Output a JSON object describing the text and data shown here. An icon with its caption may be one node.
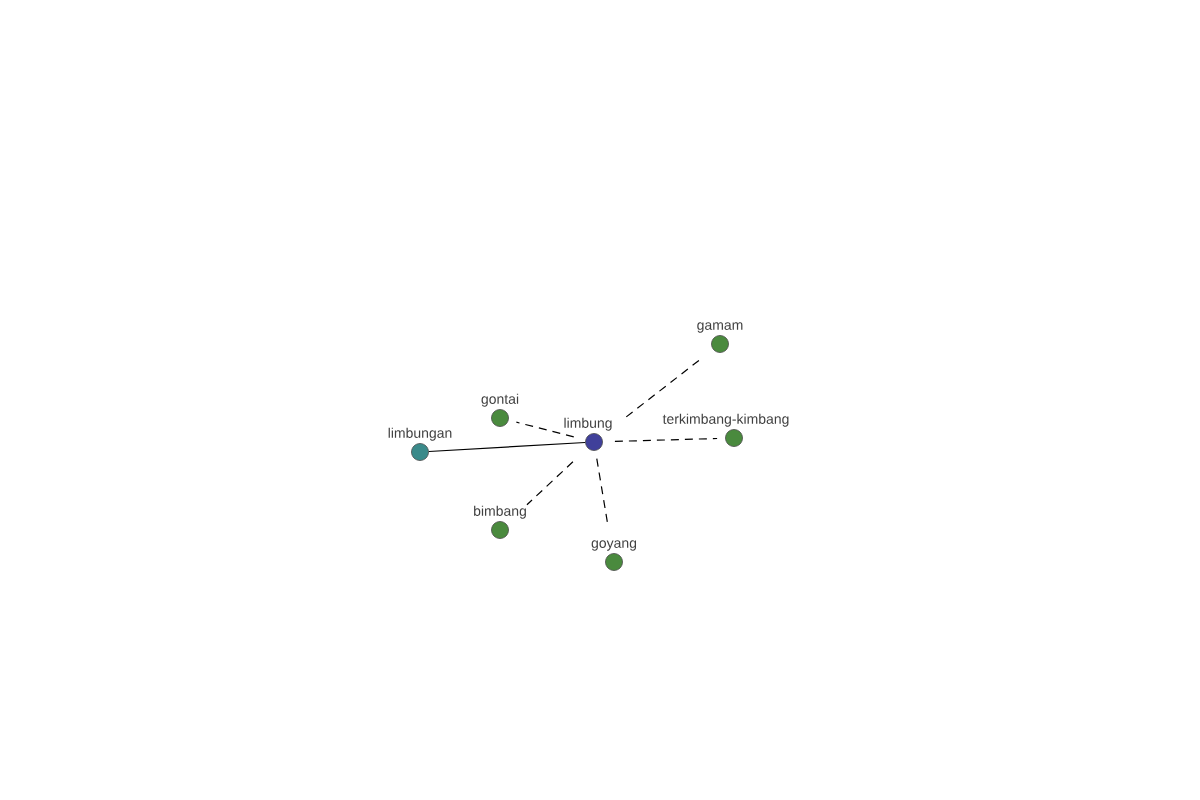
{
  "diagram": {
    "nodes": [
      {
        "text": [
          "gamam"
        ]
      },
      {
        "text": [
          "gontai"
        ]
      },
      {
        "text": [
          "limbungan"
        ]
      },
      {
        "text": [
          "limbung"
        ]
      },
      {
        "text": [
          "terkimbang-kimbang"
        ]
      },
      {
        "text": [
          "bimbang"
        ]
      },
      {
        "text": [
          "goyang"
        ]
      }
    ],
    "edges": [
      {
        "from": 3,
        "to": 0,
        "arrow": "none",
        "style": "dashed"
      },
      {
        "from": 3,
        "to": 1,
        "arrow": "none",
        "style": "dashed"
      },
      {
        "from": 3,
        "to": 2,
        "arrow": "none"
      },
      {
        "from": 3,
        "to": 4,
        "arrow": "none",
        "style": "dashed"
      },
      {
        "from": 3,
        "to": 5,
        "arrow": "none",
        "style": "dashed"
      },
      {
        "from": 3,
        "to": 6,
        "arrow": "none",
        "style": "dashed"
      }
    ]
  }
}
